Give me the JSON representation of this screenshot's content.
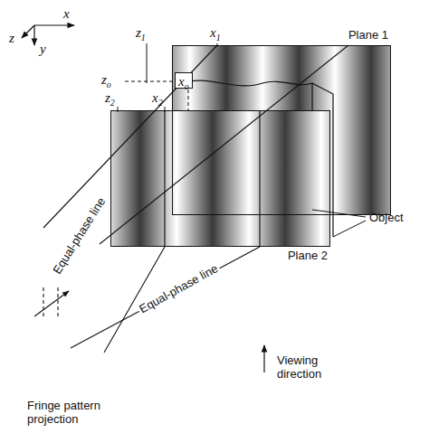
{
  "diagram": {
    "nodes": [
      {
        "text": [
          "Plane 1"
        ]
      },
      {
        "text": [
          "xo"
        ]
      },
      {
        "text": [
          "Plane 2"
        ]
      }
    ],
    "labels": [
      "x",
      "z",
      "y",
      "z1",
      "x1",
      "zo",
      "z2",
      "x2",
      "Object",
      "Equal-phase line",
      "Equal-phase line",
      "Fringe pattern projection",
      "Viewing direction"
    ]
  }
}
